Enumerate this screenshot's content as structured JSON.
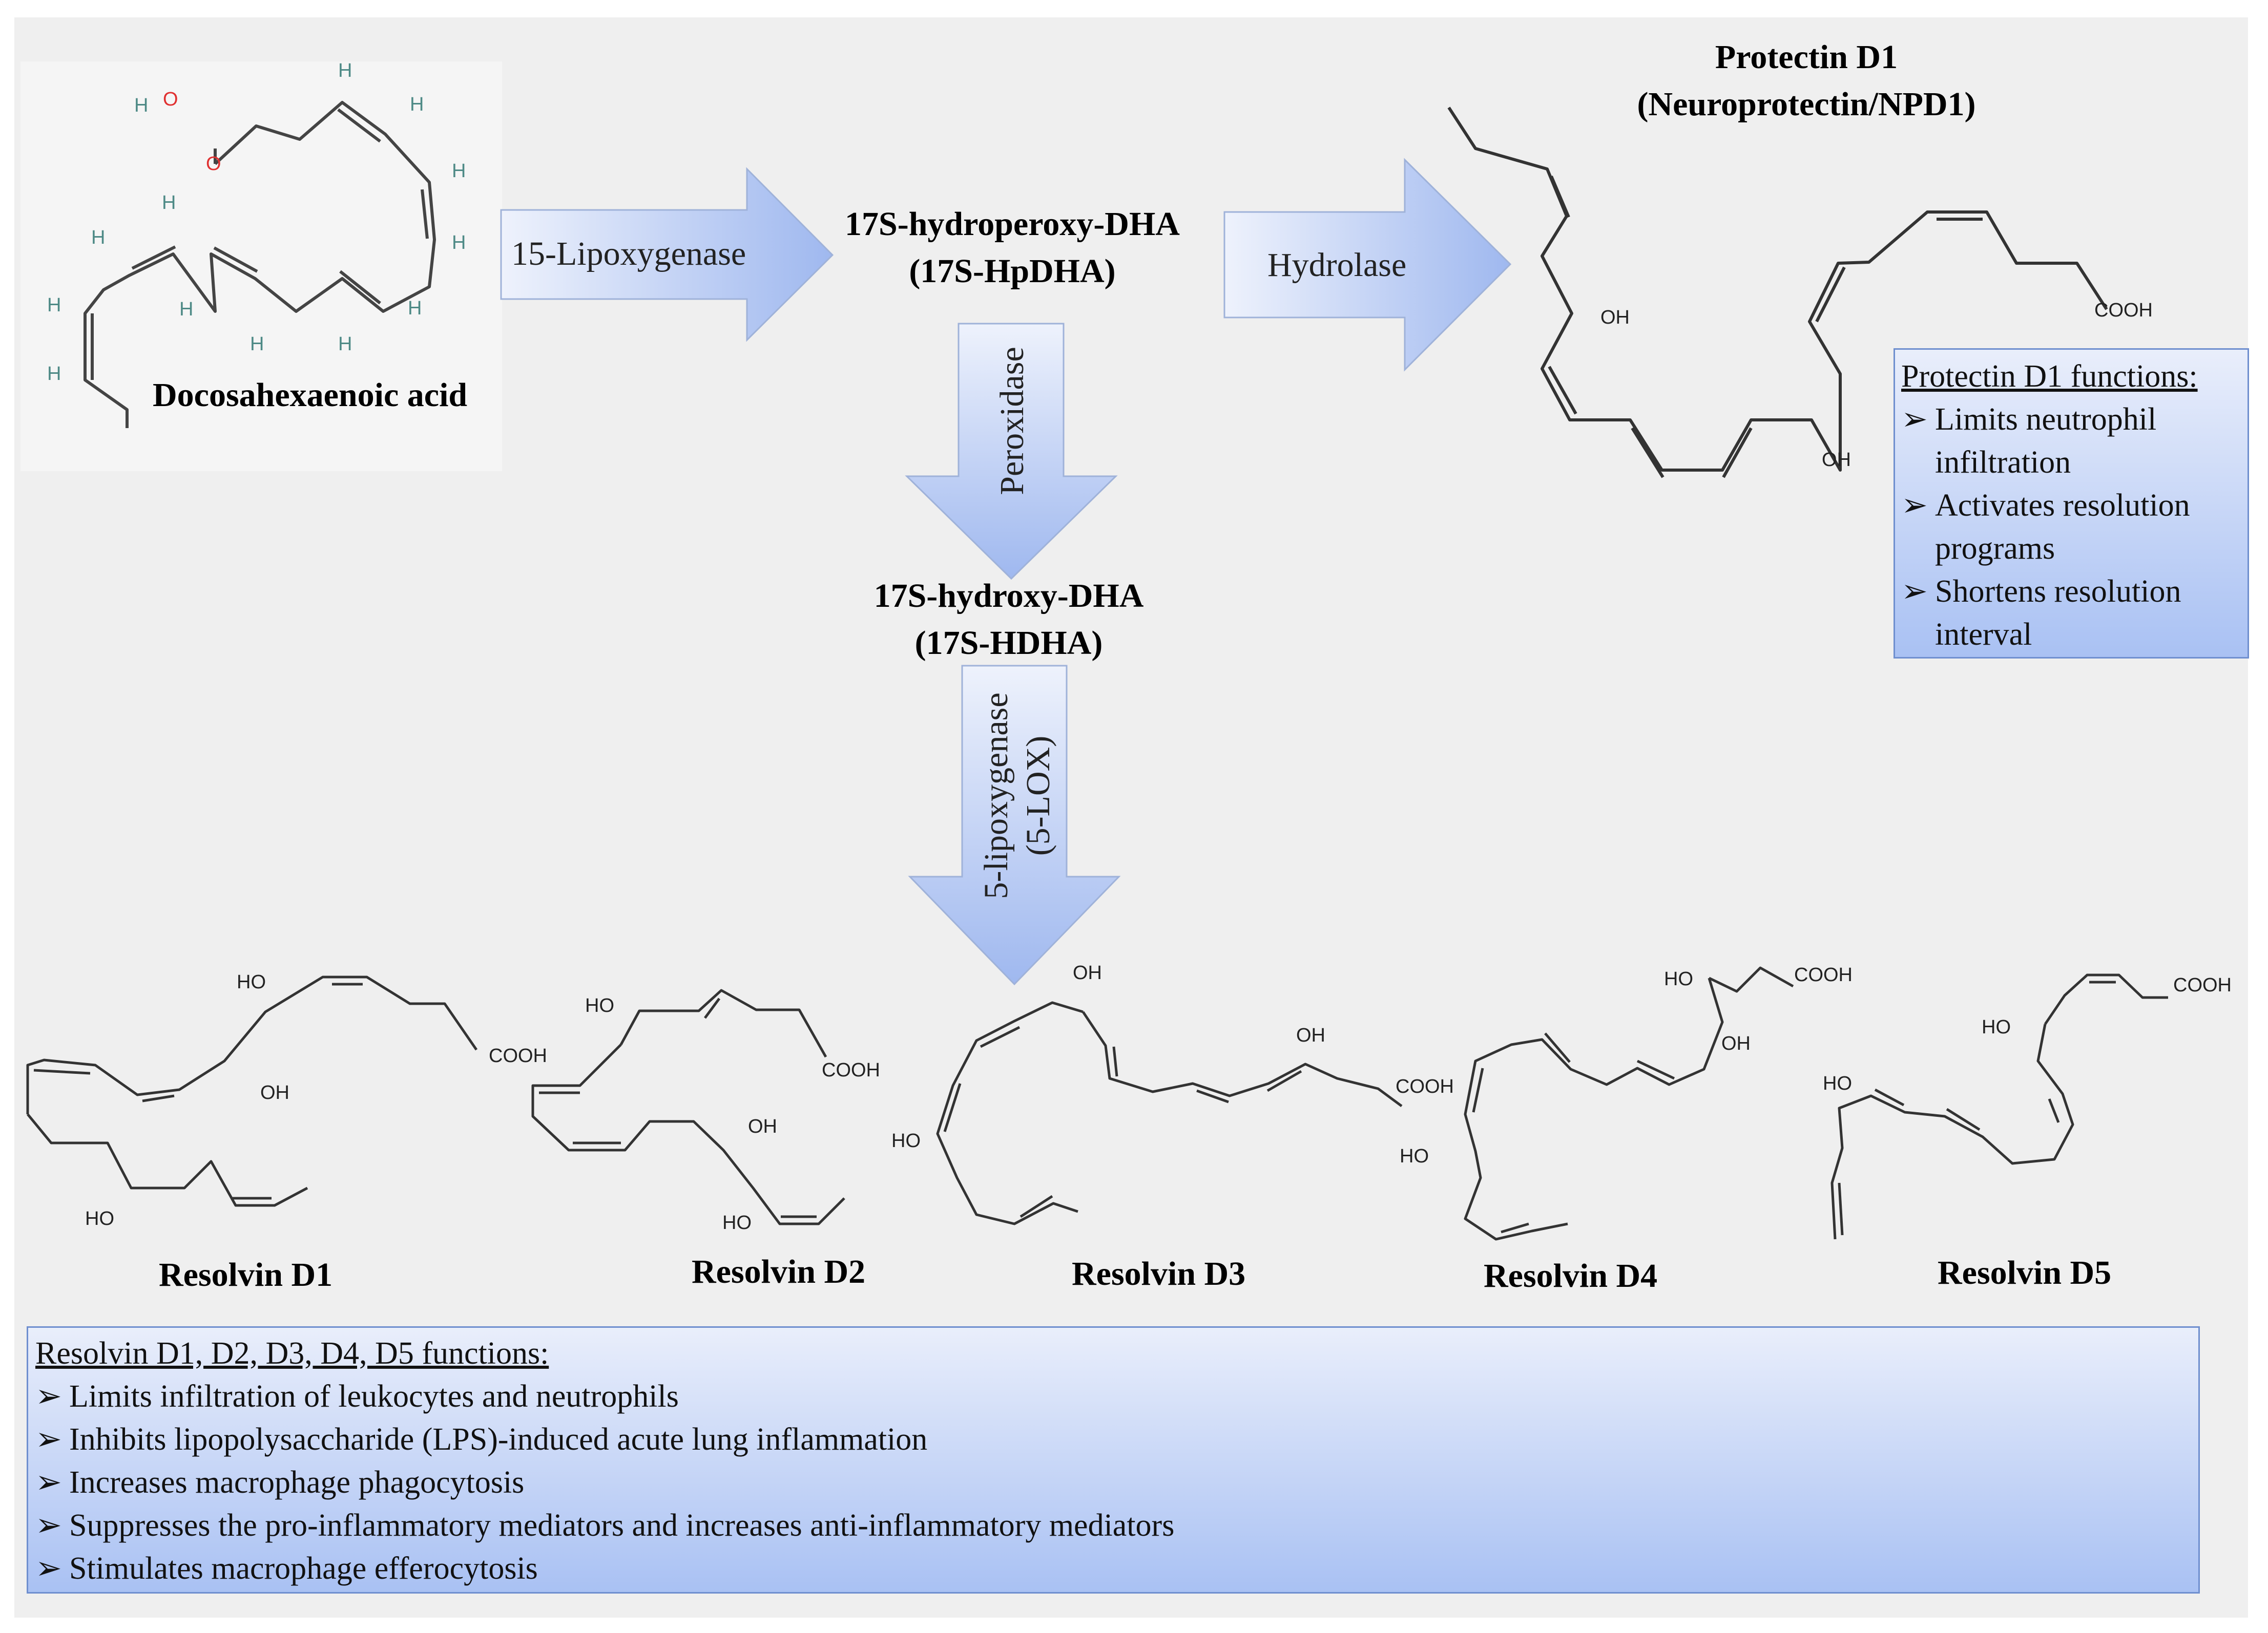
{
  "molecules": {
    "dha": "Docosahexaenoic acid",
    "hpdha": [
      "17S-hydroperoxy-DHA",
      "(17S-HpDHA)"
    ],
    "hdha": [
      "17S-hydroxy-DHA",
      "(17S-HDHA)"
    ],
    "protectin": [
      "Protectin D1",
      "(Neuroprotectin/NPD1)"
    ],
    "resolvins": [
      "Resolvin D1",
      "Resolvin D2",
      "Resolvin D3",
      "Resolvin D4",
      "Resolvin D5"
    ]
  },
  "enzymes": {
    "lox15": "15-Lipoxygenase",
    "hydrolase": "Hydrolase",
    "peroxidase": "Peroxidase",
    "lox5": [
      "5-lipoxygenase",
      "(5-LOX)"
    ]
  },
  "atoms": {
    "h": "H",
    "o": "O",
    "oh": "OH",
    "ho": "HO",
    "cooh": "COOH"
  },
  "protectin_functions": {
    "title": "Protectin D1 functions:",
    "items": [
      [
        "Limits neutrophil",
        "infiltration"
      ],
      [
        "Activates resolution",
        "programs"
      ],
      [
        "Shortens resolution",
        "interval"
      ]
    ]
  },
  "resolvin_functions": {
    "title": "Resolvin D1, D2, D3, D4, D5 functions:",
    "items": [
      "Limits infiltration of leukocytes and neutrophils",
      "Inhibits lipopolysaccharide (LPS)-induced acute lung inflammation",
      "Increases macrophage phagocytosis",
      "Suppresses the pro-inflammatory mediators and increases anti-inflammatory mediators",
      "Stimulates macrophage efferocytosis"
    ]
  },
  "bullet_glyph": "➢",
  "colors": {
    "arrow_light": "#eef2fc",
    "arrow_dark": "#9fb8ef",
    "box_border": "#6f8fcf",
    "oxygen": "#e03030",
    "hydrogen": "#4e8a86"
  }
}
